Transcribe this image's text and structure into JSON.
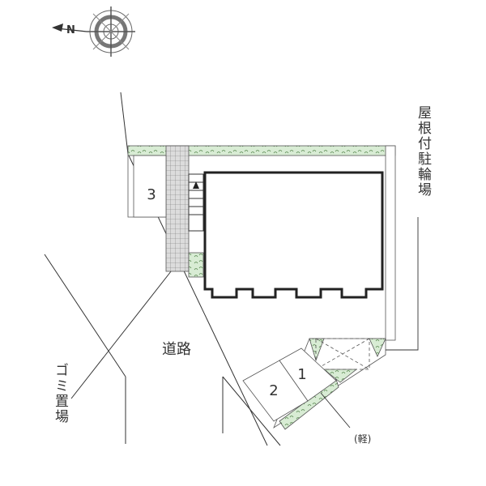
{
  "compass": {
    "north_label": "N",
    "icon": "north-arrow-compass-icon"
  },
  "labels": {
    "roofed_bike_parking": "屋根付駐輪場",
    "road": "道路",
    "garbage_area": "ゴミ置場",
    "light_vehicle": "(軽)"
  },
  "parking_spaces": [
    {
      "number": "3"
    },
    {
      "number": "2"
    },
    {
      "number": "1"
    }
  ],
  "colors": {
    "line": "#333333",
    "greenery": "#a8c8a0",
    "paving": "#b8b8b8"
  }
}
